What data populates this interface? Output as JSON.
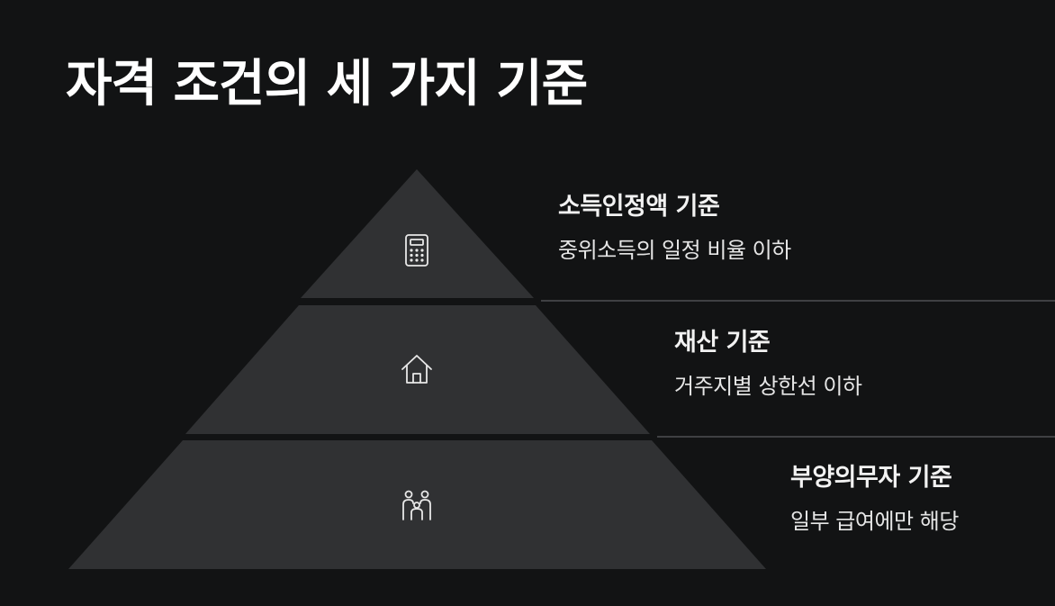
{
  "title": "자격 조건의 세 가지 기준",
  "tiers": [
    {
      "heading": "소득인정액 기준",
      "description": "중위소득의 일정 비율 이하",
      "icon": "calculator-icon"
    },
    {
      "heading": "재산 기준",
      "description": "거주지별 상한선 이하",
      "icon": "house-icon"
    },
    {
      "heading": "부양의무자 기준",
      "description": "일부 급여에만 해당",
      "icon": "family-icon"
    }
  ],
  "colors": {
    "background": "#121314",
    "tier_fill": "#303133",
    "separator": "#3f4043",
    "text": "#ffffff"
  }
}
